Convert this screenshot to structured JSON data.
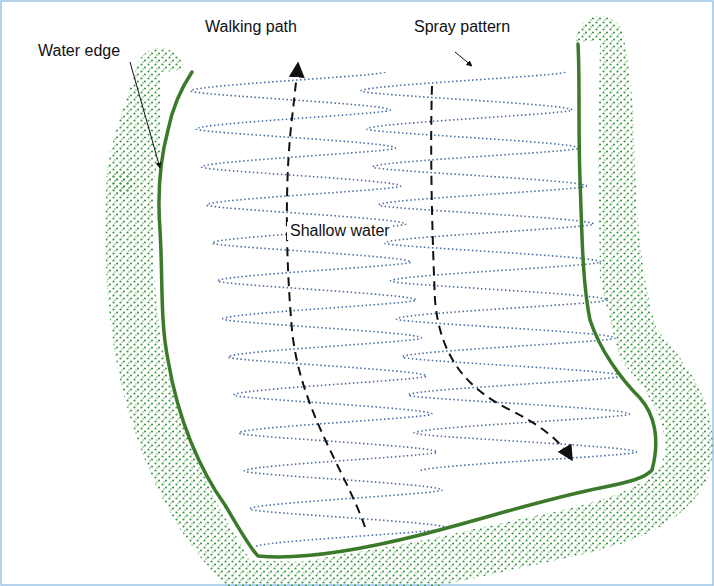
{
  "diagram": {
    "labels": [
      "Walking path",
      "Spray pattern",
      "Water edge",
      "Shallow water"
    ]
  }
}
